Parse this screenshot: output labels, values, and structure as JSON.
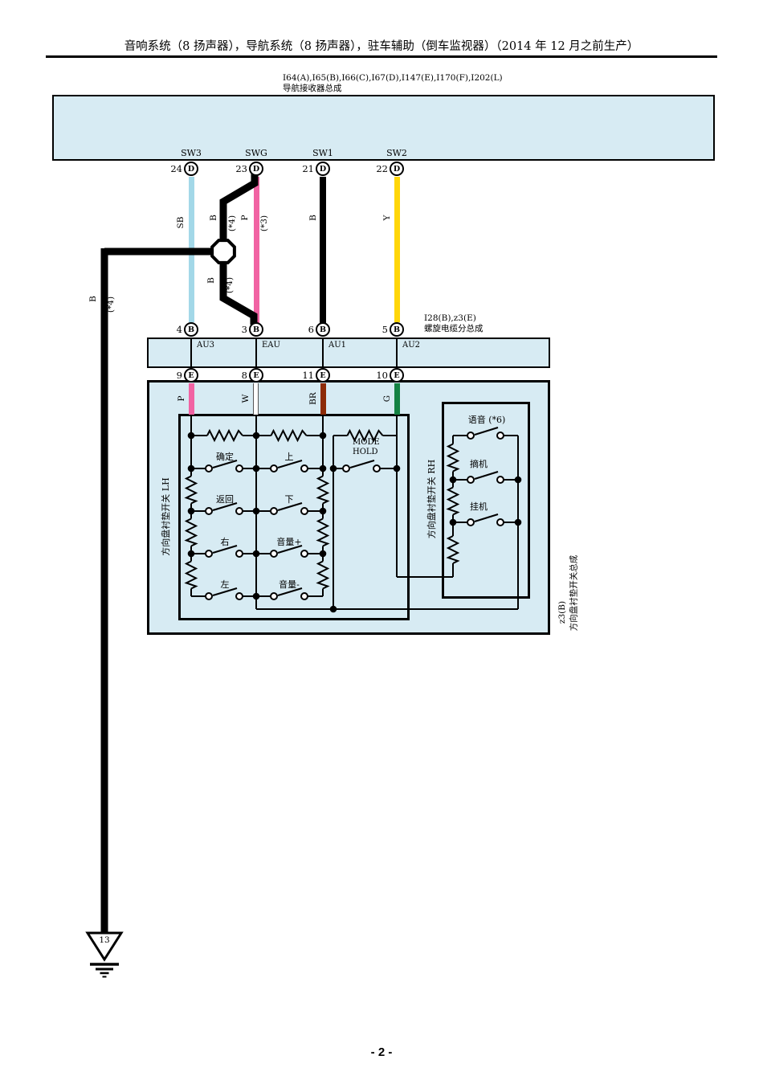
{
  "header": {
    "title": "音响系统（8 扬声器），导航系统（8 扬声器），驻车辅助（倒车监视器）（2014 年 12 月之前生产）"
  },
  "nav_receiver": {
    "connectors": "I64(A),I65(B),I66(C),I67(D),I147(E),I170(F),I202(L)",
    "name": "导航接收器总成",
    "pins": [
      {
        "num": "24",
        "conn": "D",
        "signal": "SW3"
      },
      {
        "num": "23",
        "conn": "D",
        "signal": "SWG"
      },
      {
        "num": "21",
        "conn": "D",
        "signal": "SW1"
      },
      {
        "num": "22",
        "conn": "D",
        "signal": "SW2"
      }
    ]
  },
  "wires": {
    "top": [
      {
        "code": "SB"
      },
      {
        "code": "B",
        "note": "(*4)"
      },
      {
        "code": "P",
        "note": "(*3)"
      },
      {
        "code": "B"
      },
      {
        "code": "Y"
      }
    ],
    "branch": {
      "code": "B",
      "note": "(*4)"
    },
    "ground_run": {
      "code": "B",
      "note": "(*4)"
    },
    "lower": [
      {
        "code": "P"
      },
      {
        "code": "W"
      },
      {
        "code": "BR"
      },
      {
        "code": "G"
      }
    ],
    "colors": {
      "SB": "#a3d8e8",
      "P": "#f163a3",
      "B": "#000000",
      "Y": "#ffd60a",
      "W": "#ffffff",
      "BR": "#8d2b07",
      "G": "#138243",
      "box_fill": "#d7ebf3"
    }
  },
  "spiral_cable": {
    "connectors": "I28(B),z3(E)",
    "name": "螺旋电缆分总成",
    "top_pins": [
      {
        "num": "4",
        "conn": "B"
      },
      {
        "num": "3",
        "conn": "B"
      },
      {
        "num": "6",
        "conn": "B"
      },
      {
        "num": "5",
        "conn": "B"
      }
    ],
    "channels": [
      "AU3",
      "EAU",
      "AU1",
      "AU2"
    ],
    "bottom_pins": [
      {
        "num": "9",
        "conn": "E"
      },
      {
        "num": "8",
        "conn": "E"
      },
      {
        "num": "11",
        "conn": "E"
      },
      {
        "num": "10",
        "conn": "E"
      }
    ]
  },
  "switch_assembly": {
    "code": "z3(B)",
    "name": "方向盘衬垫开关总成",
    "lh_label": "方向盘衬垫开关  LH",
    "rh_label": "方向盘衬垫开关  RH",
    "buttons": {
      "ok": "确定",
      "back": "返回",
      "right": "右",
      "left": "左",
      "up": "上",
      "down": "下",
      "vol_up": "音量+",
      "vol_down": "音量-",
      "mode_line1": "MODE",
      "mode_line2": "HOLD",
      "voice": "语音 (*6)",
      "offhook": "摘机",
      "onhook": "挂机"
    }
  },
  "ground": {
    "id": "13"
  },
  "footer": {
    "page": "- 2 -"
  }
}
